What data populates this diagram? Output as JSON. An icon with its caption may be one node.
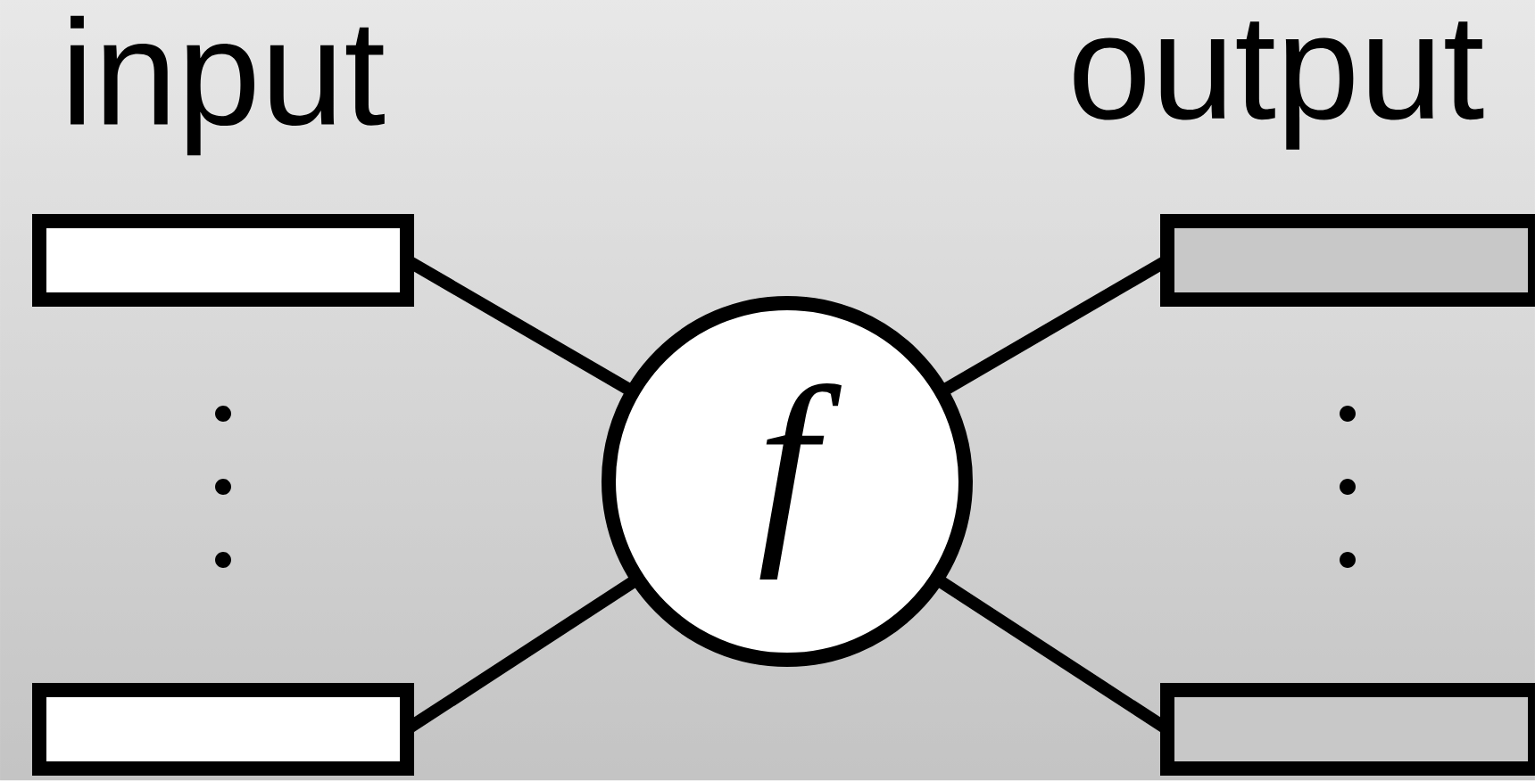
{
  "diagram": {
    "nodes": [
      {
        "text": [],
        "shape": "bar"
      },
      {
        "text": [],
        "shape": "bar"
      },
      {
        "text": [
          "f"
        ]
      },
      {
        "text": [],
        "shape": "bar"
      },
      {
        "text": [],
        "shape": "bar"
      }
    ],
    "edges": [
      {
        "from": 0,
        "to": 2,
        "arrow": "none"
      },
      {
        "from": 1,
        "to": 2,
        "arrow": "none"
      },
      {
        "from": 2,
        "to": 3,
        "arrow": "none"
      },
      {
        "from": 2,
        "to": 4,
        "arrow": "none"
      }
    ],
    "labels": [
      "input",
      "output"
    ]
  }
}
